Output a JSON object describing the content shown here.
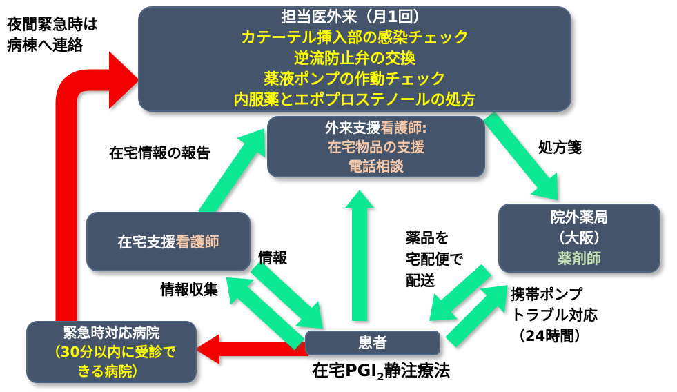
{
  "colors": {
    "box_fill": "#44546A",
    "box_border": "#4E6584",
    "yellow_text": "#FFFF00",
    "peach_text": "#F6C8A8",
    "light_green_text": "#C5E0B4",
    "white_text": "#FFFFFF",
    "green_arrow": "#0CE992",
    "red_arrow": "#F50000",
    "label_text": "#000000"
  },
  "boxes": {
    "doctor": {
      "title": "担当医外来（月1回）",
      "tasks": [
        "カテーテル挿入部の感染チェック",
        "逆流防止弁の交換",
        "薬液ポンプの作動チェック",
        "内服薬とエポプロステノールの処方"
      ]
    },
    "outpatient_nurse": {
      "role_prefix": "外来支援",
      "role_accent": "看護師:",
      "services": [
        "在宅物品の支援",
        "電話相談"
      ]
    },
    "home_nurse": {
      "role_prefix": "在宅支援",
      "role_accent": "看護師"
    },
    "pharmacy": {
      "name": "院外薬局",
      "location": "（大阪）",
      "staff": "薬剤師"
    },
    "emergency_hospital": {
      "name": "緊急時対応病院",
      "note_line1": "（30分以内に受診で",
      "note_line2": "きる病院）"
    },
    "patient": {
      "name": "患者"
    }
  },
  "labels": {
    "night_emergency_line1": "夜間緊急時は",
    "night_emergency_line2": "病棟へ連絡",
    "home_info_report": "在宅情報の報告",
    "prescription": "処方箋",
    "info": "情報",
    "info_collection": "情報収集",
    "delivery_line1": "薬品を",
    "delivery_line2": "宅配便で",
    "delivery_line3": "配送",
    "pump_support_line1": "携帯ポンプ",
    "pump_support_line2": "トラブル対応",
    "pump_support_line3": "（24時間）",
    "therapy_prefix": "在宅PGI",
    "therapy_subscript": "2",
    "therapy_suffix": "静注療法"
  }
}
